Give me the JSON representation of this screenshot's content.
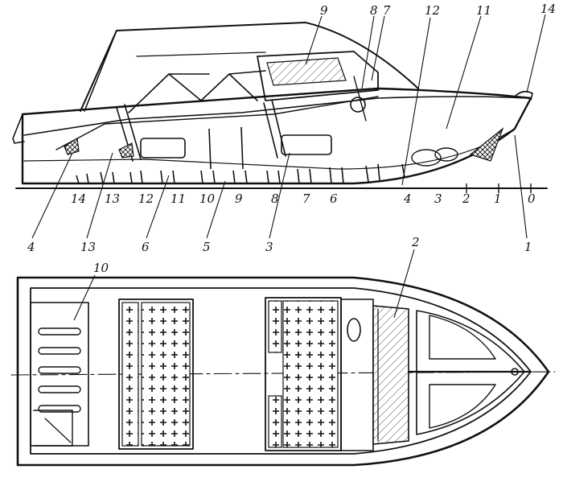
{
  "side_view": {
    "station_numbers": [
      "14",
      "13",
      "12",
      "11",
      "10",
      "9",
      "8",
      "7",
      "6",
      "4",
      "3",
      "2",
      "1",
      "0"
    ],
    "bottom_callouts": [
      "4",
      "13",
      "6",
      "5",
      "3",
      "1"
    ],
    "top_callouts": [
      "9",
      "8",
      "7",
      "12",
      "11",
      "14"
    ]
  },
  "plan_view": {
    "callouts": [
      "10",
      "2"
    ]
  }
}
